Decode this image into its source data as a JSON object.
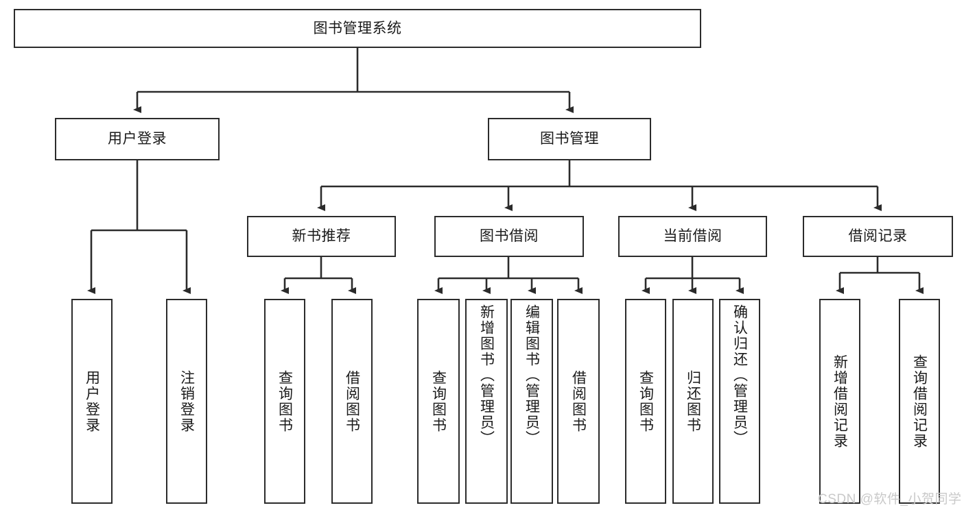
{
  "diagram": {
    "type": "tree-flowchart",
    "title": "图书管理系统",
    "watermark": "CSDN @软件_小贺同学",
    "colors": {
      "stroke": "#2b2b2b",
      "fill": "#ffffff",
      "text": "#1a1a1a",
      "watermark": "#c9c9c9"
    },
    "root": {
      "label": "图书管理系统"
    },
    "level2": [
      {
        "label": "用户登录"
      },
      {
        "label": "图书管理"
      }
    ],
    "level3": [
      {
        "label": "新书推荐"
      },
      {
        "label": "图书借阅"
      },
      {
        "label": "当前借阅"
      },
      {
        "label": "借阅记录"
      }
    ],
    "leaves": {
      "user_login": [
        {
          "label": "用户登录"
        },
        {
          "label": "注销登录"
        }
      ],
      "new_book": [
        {
          "label": "查询图书"
        },
        {
          "label": "借阅图书"
        }
      ],
      "borrow_book": [
        {
          "label": "查询图书"
        },
        {
          "label": "新增图书（管理员）"
        },
        {
          "label": "编辑图书（管理员）"
        },
        {
          "label": "借阅图书"
        }
      ],
      "current_borrow": [
        {
          "label": "查询图书"
        },
        {
          "label": "归还图书"
        },
        {
          "label": "确认归还（管理员）"
        }
      ],
      "borrow_record": [
        {
          "label": "新增借阅记录"
        },
        {
          "label": "查询借阅记录"
        }
      ]
    }
  }
}
